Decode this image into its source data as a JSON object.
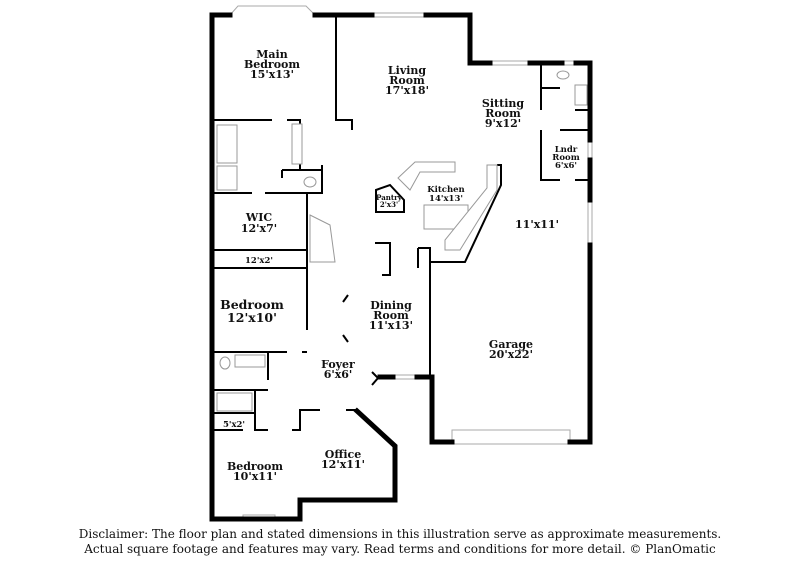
{
  "rooms": {
    "main_bedroom": {
      "name1": "Main",
      "name2": "Bedroom",
      "size": "15'x13'"
    },
    "living_room": {
      "name1": "Living",
      "name2": "Room",
      "size": "17'x18'"
    },
    "sitting_room": {
      "name1": "Sitting",
      "name2": "Room",
      "size": "9'x12'"
    },
    "laundry": {
      "name1": "Lndr",
      "name2": "Room",
      "size": "6'x6'"
    },
    "kitchen": {
      "name": "Kitchen",
      "size": "14'x13'"
    },
    "pantry": {
      "name": "Pantry",
      "size": "2'x3'"
    },
    "wic": {
      "name": "WIC",
      "size": "12'x7'"
    },
    "closet_12x2": {
      "size": "12'x2'"
    },
    "unnamed_11x11": {
      "size": "11'x11'"
    },
    "bedroom_2": {
      "name": "Bedroom",
      "size": "12'x10'"
    },
    "dining_room": {
      "name1": "Dining",
      "name2": "Room",
      "size": "11'x13'"
    },
    "garage": {
      "name": "Garage",
      "size": "20'x22'"
    },
    "foyer": {
      "name": "Foyer",
      "size": "6'x6'"
    },
    "closet_5x2": {
      "size": "5'x2'"
    },
    "bedroom_3": {
      "name": "Bedroom",
      "size": "10'x11'"
    },
    "office": {
      "name": "Office",
      "size": "12'x11'"
    }
  },
  "disclaimer": {
    "line1": "Disclaimer: The floor plan and stated dimensions in this illustration serve as approximate measurements.",
    "line2": "Actual square footage and features may vary. Read terms and conditions for more detail. © PlanOmatic"
  }
}
